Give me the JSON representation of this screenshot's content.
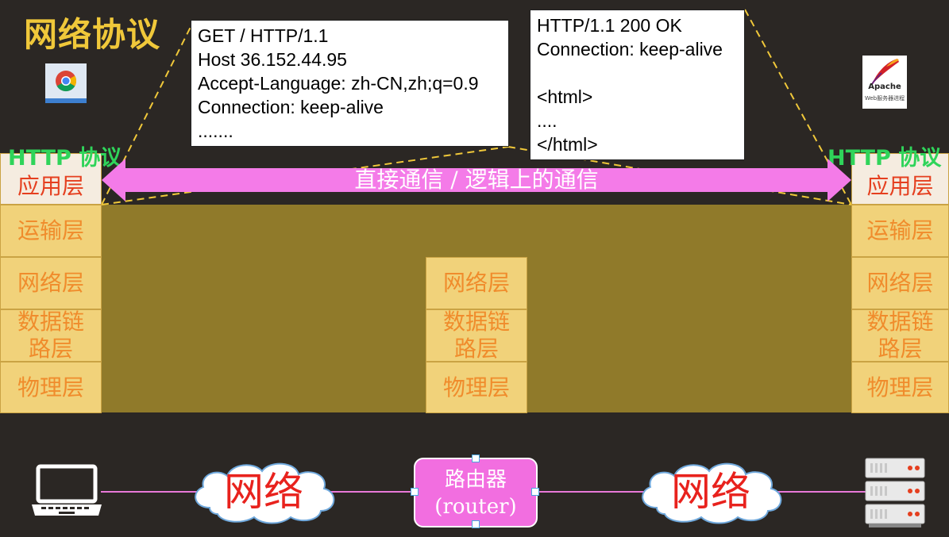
{
  "title": "网络协议",
  "browser_icon": "chrome-browser-icon",
  "server_icon": {
    "name": "apache-server-icon",
    "brand": "Apache",
    "caption": "Web服务器进程"
  },
  "client_layers": {
    "http_label": "HTTP 协议",
    "application": "应用层",
    "transport": "运输层",
    "network": "网络层",
    "datalink": "数据链路层",
    "physical": "物理层"
  },
  "server_layers": {
    "http_label": "HTTP 协议",
    "application": "应用层",
    "transport": "运输层",
    "network": "网络层",
    "datalink": "数据链路层",
    "physical": "物理层"
  },
  "router_layers": {
    "network": "网络层",
    "datalink": "数据链路层",
    "physical": "物理层"
  },
  "request_message": "GET / HTTP/1.1\nHost 36.152.44.95\nAccept-Language: zh-CN,zh;q=0.9\nConnection: keep-alive\n.......",
  "response_message": "HTTP/1.1 200 OK\nConnection: keep-alive\n\n<html>\n....\n</html>",
  "direct_comm_label": "直接通信 / 逻辑上的通信",
  "bottom": {
    "cloud_left": "网络",
    "cloud_right": "网络",
    "router_line1": "路由器",
    "router_line2": "(router)",
    "laptop_icon": "laptop-icon",
    "server_rack_icon": "server-rack-icon"
  },
  "colors": {
    "background": "#2b2724",
    "title": "#f0c83a",
    "layer_fill": "#f1d27a",
    "layer_text": "#f08c2c",
    "application_text": "#e53f1f",
    "olive": "#907a2a",
    "http_label": "#2fd45a",
    "arrow": "#f47be8",
    "router": "#f26ee0",
    "cloud_text": "#e8221d",
    "dashed_line": "#f0c83a"
  }
}
